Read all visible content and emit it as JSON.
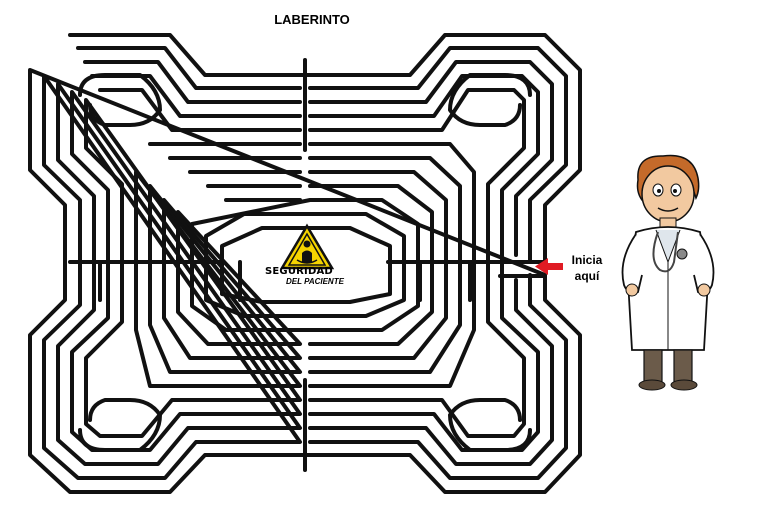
{
  "title": "LABERINTO",
  "start": {
    "line1": "Inicia",
    "line2": "aquí"
  },
  "logo": {
    "line1": "SEGURIDAD",
    "line2": "DEL PACIENTE"
  },
  "colors": {
    "maze_wall": "#111111",
    "arrow": "#e01b24",
    "logo_yellow": "#f5d400",
    "coat": "#ffffff",
    "hair": "#c46a2a",
    "skin": "#f2c9a0",
    "pants": "#6b5b4a"
  },
  "icons": {
    "start_arrow": "arrow-left-icon",
    "logo": "warning-person-icon",
    "character": "doctor-icon"
  }
}
